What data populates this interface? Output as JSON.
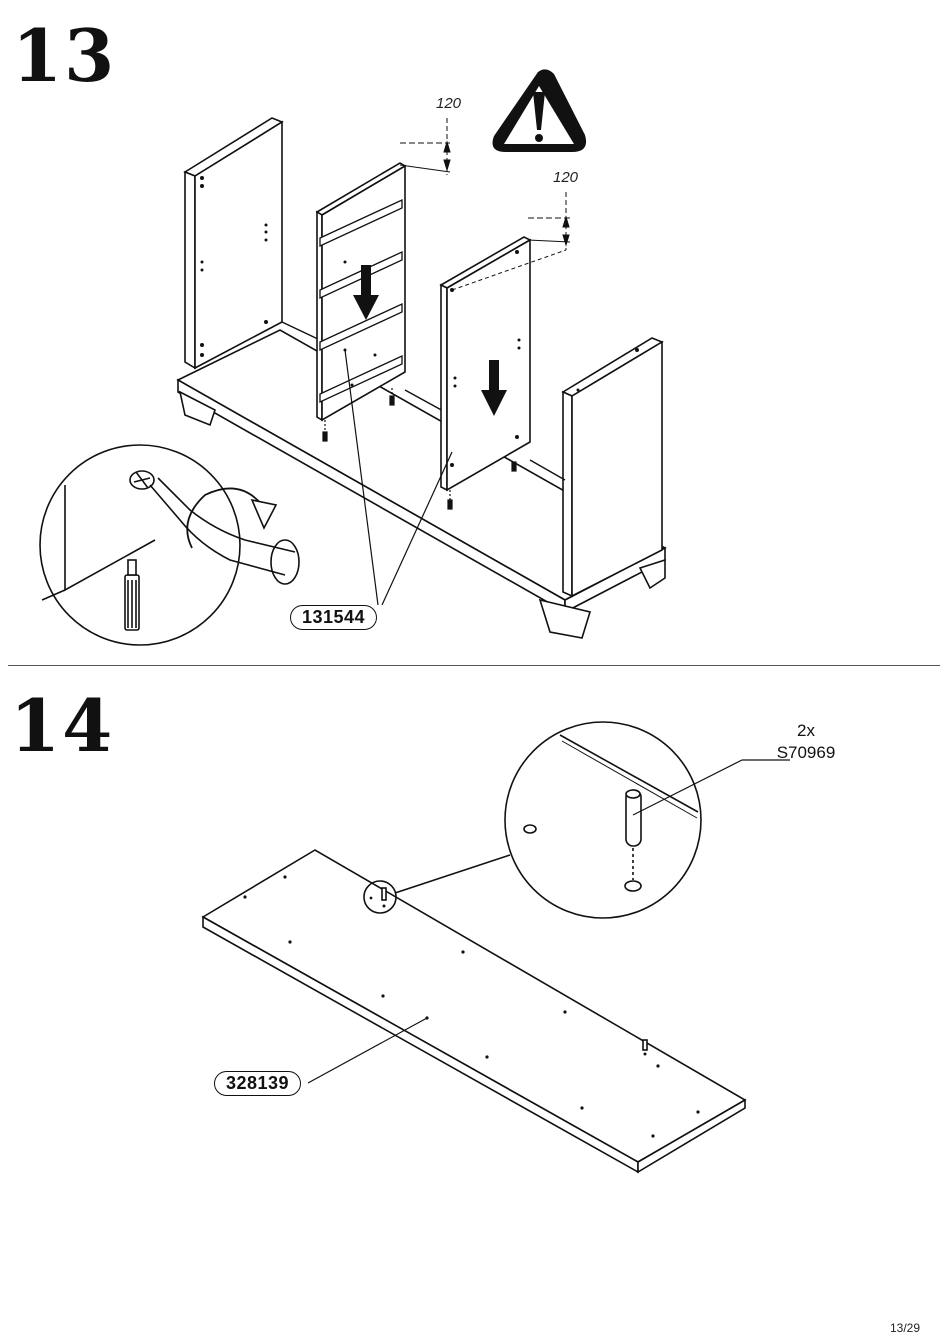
{
  "steps": [
    {
      "number": "13",
      "dimensions": [
        "120",
        "120"
      ],
      "part_label": "131544"
    },
    {
      "number": "14",
      "hardware_qty": "2x",
      "hardware_code": "S70969",
      "part_label": "328139"
    }
  ],
  "warning_icon": "exclamation-triangle-icon",
  "page": "13/29"
}
